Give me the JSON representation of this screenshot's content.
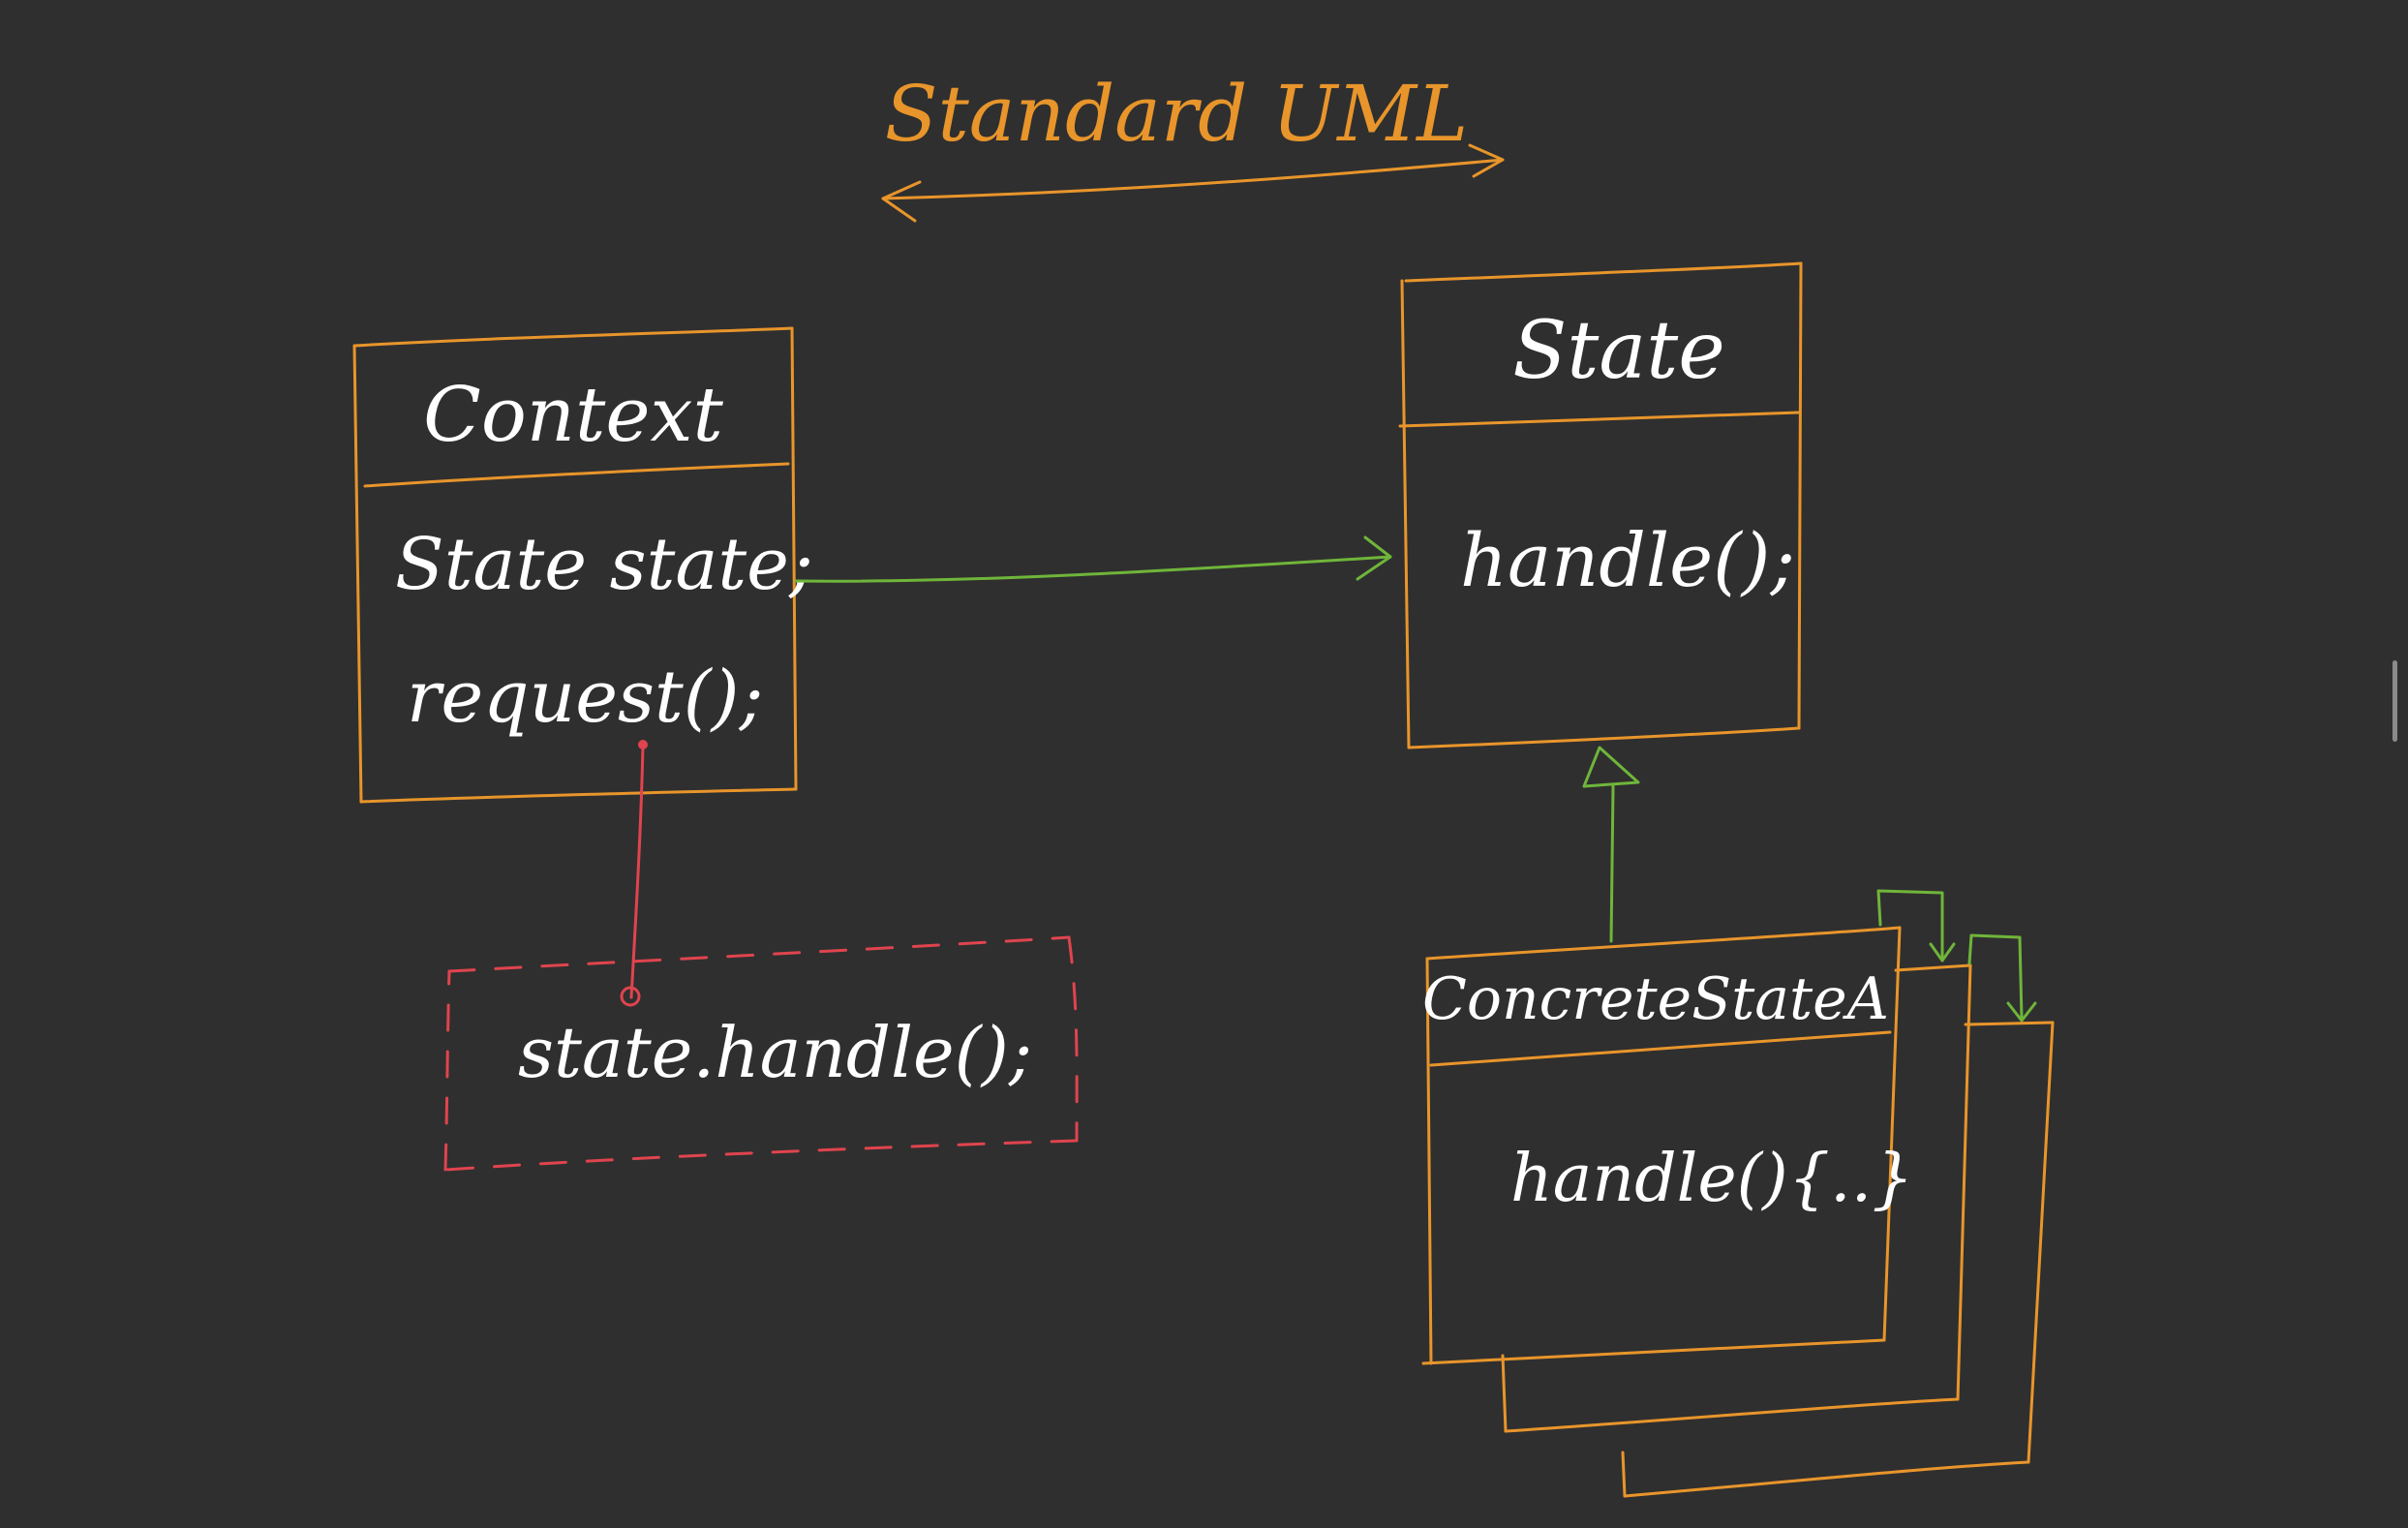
{
  "canvas": {
    "background": "#2f2f2f",
    "colors": {
      "outline": "#e8952b",
      "text": "#ffffff",
      "arrow": "#6fb53a",
      "note": "#e0444e"
    }
  },
  "title": {
    "text": "Standard UML",
    "arrow": "double-headed"
  },
  "classes": {
    "context": {
      "name": "Context",
      "members": [
        "State state;",
        "request();"
      ]
    },
    "state": {
      "name": "State",
      "members": [
        "handle();"
      ]
    },
    "concrete": {
      "name": "ConcreteStateA",
      "members": [
        "handle(){..}"
      ],
      "stacked_copies": 2
    }
  },
  "note": {
    "text": "state.handle();",
    "style": "dashed"
  },
  "relations": [
    {
      "from": "Context",
      "to": "State",
      "type": "association"
    },
    {
      "from": "ConcreteStateA",
      "to": "State",
      "type": "inheritance"
    },
    {
      "from": "request()",
      "to": "note",
      "type": "note-link"
    }
  ]
}
